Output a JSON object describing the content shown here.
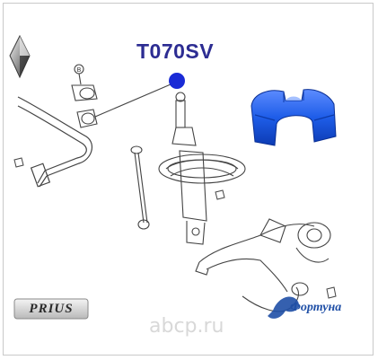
{
  "catalog": {
    "part_code": "T070SV",
    "vehicle_badge": "PRIUS",
    "callout_label": "B",
    "watermark": "abcp.ru",
    "shop_logo": "Фортуна"
  },
  "colors": {
    "part_code": "#2c2c92",
    "highlight_dot": "#1a2bd6",
    "bushing": "#1e5de8",
    "shop_logo": "#1f4fa6",
    "line_art": "#444444"
  },
  "icons": {
    "brand": "diamond-emblem-icon",
    "shop": "fortuna-swirl-icon"
  }
}
